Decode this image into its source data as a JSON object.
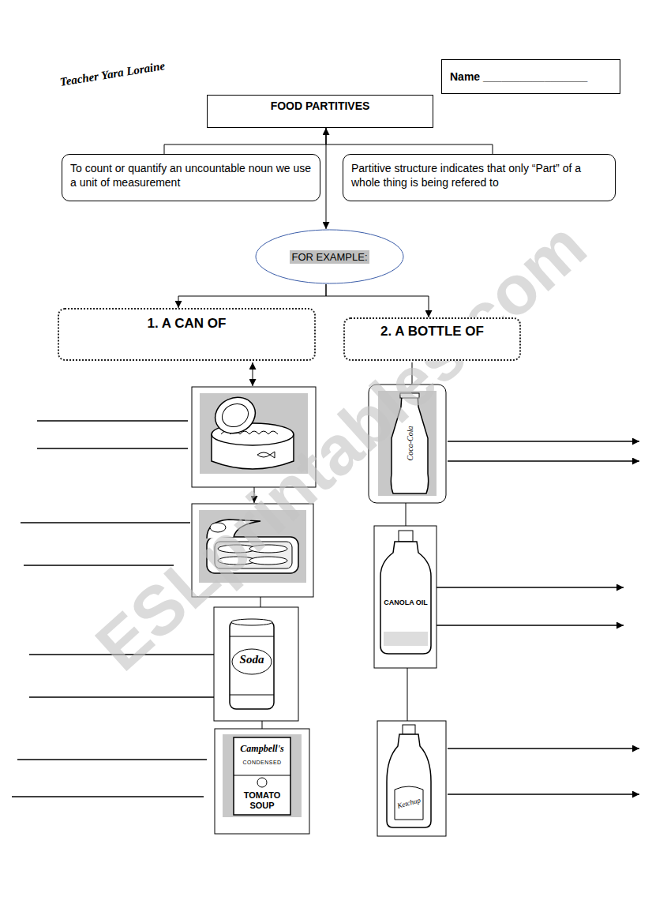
{
  "diagram": {
    "nodes": [
      {
        "text": [
          "Name _________________"
        ]
      },
      {
        "text": [
          "FOOD PARTITIVES"
        ]
      },
      {
        "text": [
          "To count or quantify an uncountable noun we use a unit of measurement"
        ]
      },
      {
        "text": [
          "Partitive structure indicates that only “Part” of a whole thing is being refered to"
        ]
      },
      {
        "text": [
          "FOR EXAMPLE:"
        ]
      },
      {
        "text": [
          "1. A CAN OF"
        ]
      },
      {
        "text": [
          "2. A BOTTLE OF"
        ]
      }
    ],
    "edges": [
      {
        "from": 1,
        "to": 2,
        "arrow": "none"
      },
      {
        "from": 1,
        "to": 3,
        "arrow": "none"
      },
      {
        "from": 1,
        "to": 4,
        "arrow": "both"
      },
      {
        "from": 4,
        "to": 5,
        "arrow": "to"
      },
      {
        "from": 4,
        "to": 6,
        "arrow": "to"
      }
    ],
    "labels": [
      "Teacher Yara Loraine",
      "ESLprintables.com",
      "Soda",
      "Campbell's",
      "CONDENSED",
      "TOMATO SOUP",
      "Coca-Cola",
      "CANOLA OIL",
      "Ketchup"
    ]
  }
}
